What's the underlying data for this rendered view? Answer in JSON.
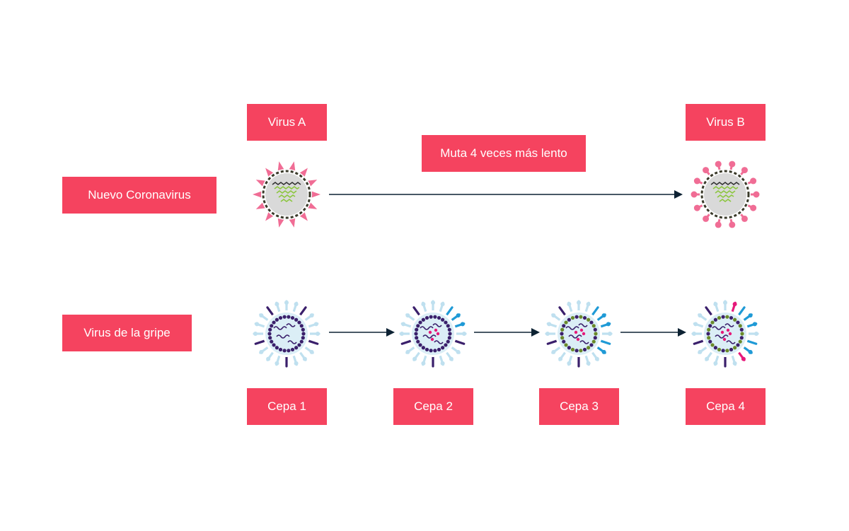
{
  "rows": {
    "coronavirus": {
      "label": "Nuevo Coronavirus",
      "start_label": "Virus A",
      "end_label": "Virus B",
      "arrow_label": "Muta 4 veces más lento"
    },
    "flu": {
      "label": "Virus de la gripe",
      "strains": [
        "Cepa 1",
        "Cepa 2",
        "Cepa 3",
        "Cepa 4"
      ]
    }
  },
  "colors": {
    "label_bg": "#f5435f",
    "label_text": "#ffffff",
    "arrow": "#0d2233",
    "corona_spike": "#f06d95",
    "corona_rna": "#8cc63f",
    "flu_spike": "#bfe0ef",
    "flu_membrane": "#3a1f6b",
    "flu_dot": "#e6197a"
  },
  "icons": {
    "virus_a": "coronavirus-icon",
    "virus_b": "coronavirus-icon",
    "strains": [
      "flu-virus-icon",
      "flu-virus-icon",
      "flu-virus-icon",
      "flu-virus-icon"
    ]
  }
}
